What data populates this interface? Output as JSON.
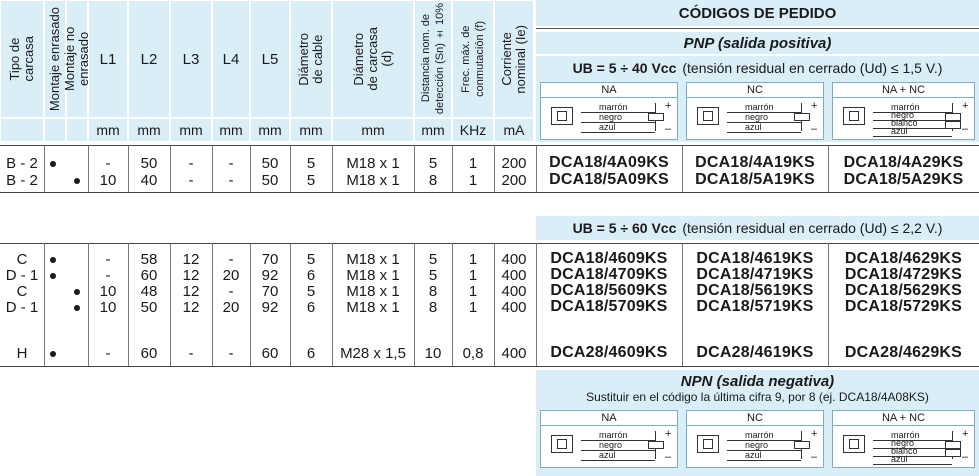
{
  "headers": {
    "tipo": "Tipo de\ncarcasa",
    "montaje_enrasado": "Montaje enrasado",
    "montaje_no_enrasado": "Montaje no enrasado",
    "l1": "L1",
    "l2": "L2",
    "l3": "L3",
    "l4": "L4",
    "l5": "L5",
    "diam_cable": "Diámetro\nde cable",
    "diam_carcasa": "Diámetro\nde carcasa\n(d)",
    "distancia": "Distancia nom. de\ndetección (Sn) ± 10%",
    "frecuencia": "Frec. máx. de\nconmutación (f)",
    "corriente": "Corriente\nnominal (Ie)"
  },
  "units": [
    "mm",
    "mm",
    "mm",
    "mm",
    "mm",
    "mm",
    "mm",
    "mm",
    "KHz",
    "mA"
  ],
  "codigos_title": "CÓDIGOS DE PEDIDO",
  "pnp_title": "PNP (salida positiva)",
  "voltage1": "UB = 5 ÷ 40 Vcc",
  "voltage1_note": "(tensión residual en cerrado (Ud) ≤ 1,5 V.)",
  "voltage2": "UB = 5 ÷ 60 Vcc",
  "voltage2_note": "(tensión residual en cerrado (Ud) ≤ 2,2 V.)",
  "npn_title": "NPN (salida negativa)",
  "npn_note": "Sustituir en el código la última cifra 9, por 8 (ej. DCA18/4A08KS)",
  "diagrams": [
    {
      "label": "NA",
      "wires": [
        "marrón",
        "negro",
        "azul"
      ]
    },
    {
      "label": "NC",
      "wires": [
        "marrón",
        "negro",
        "azul"
      ]
    },
    {
      "label": "NA + NC",
      "wires": [
        "marrón",
        "negro",
        "blanco",
        "azul"
      ]
    }
  ],
  "rows1": [
    {
      "tipo": "B - 2",
      "enr": true,
      "noenr": false,
      "l1": "-",
      "l2": "50",
      "l3": "-",
      "l4": "-",
      "l5": "50",
      "cable": "5",
      "carcasa": "M18 x 1",
      "dist": "5",
      "frec": "1",
      "corr": "200",
      "na": "DCA18/4A09KS",
      "nc": "DCA18/4A19KS",
      "nanc": "DCA18/4A29KS"
    },
    {
      "tipo": "B - 2",
      "enr": false,
      "noenr": true,
      "l1": "10",
      "l2": "40",
      "l3": "-",
      "l4": "-",
      "l5": "50",
      "cable": "5",
      "carcasa": "M18 x 1",
      "dist": "8",
      "frec": "1",
      "corr": "200",
      "na": "DCA18/5A09KS",
      "nc": "DCA18/5A19KS",
      "nanc": "DCA18/5A29KS"
    }
  ],
  "rows2": [
    {
      "tipo": "C",
      "enr": true,
      "noenr": false,
      "l1": "-",
      "l2": "58",
      "l3": "12",
      "l4": "-",
      "l5": "70",
      "cable": "5",
      "carcasa": "M18 x 1",
      "dist": "5",
      "frec": "1",
      "corr": "400",
      "na": "DCA18/4609KS",
      "nc": "DCA18/4619KS",
      "nanc": "DCA18/4629KS"
    },
    {
      "tipo": "D - 1",
      "enr": true,
      "noenr": false,
      "l1": "-",
      "l2": "60",
      "l3": "12",
      "l4": "20",
      "l5": "92",
      "cable": "6",
      "carcasa": "M18 x 1",
      "dist": "5",
      "frec": "1",
      "corr": "400",
      "na": "DCA18/4709KS",
      "nc": "DCA18/4719KS",
      "nanc": "DCA18/4729KS"
    },
    {
      "tipo": "C",
      "enr": false,
      "noenr": true,
      "l1": "10",
      "l2": "48",
      "l3": "12",
      "l4": "-",
      "l5": "70",
      "cable": "5",
      "carcasa": "M18 x 1",
      "dist": "8",
      "frec": "1",
      "corr": "400",
      "na": "DCA18/5609KS",
      "nc": "DCA18/5619KS",
      "nanc": "DCA18/5629KS"
    },
    {
      "tipo": "D - 1",
      "enr": false,
      "noenr": true,
      "l1": "10",
      "l2": "50",
      "l3": "12",
      "l4": "20",
      "l5": "92",
      "cable": "6",
      "carcasa": "M18 x 1",
      "dist": "8",
      "frec": "1",
      "corr": "400",
      "na": "DCA18/5709KS",
      "nc": "DCA18/5719KS",
      "nanc": "DCA18/5729KS"
    }
  ],
  "row_h": {
    "tipo": "H",
    "enr": true,
    "noenr": false,
    "l1": "-",
    "l2": "60",
    "l3": "-",
    "l4": "-",
    "l5": "60",
    "cable": "6",
    "carcasa": "M28 x 1,5",
    "dist": "10",
    "frec": "0,8",
    "corr": "400",
    "na": "DCA28/4609KS",
    "nc": "DCA28/4619KS",
    "nanc": "DCA28/4629KS"
  }
}
